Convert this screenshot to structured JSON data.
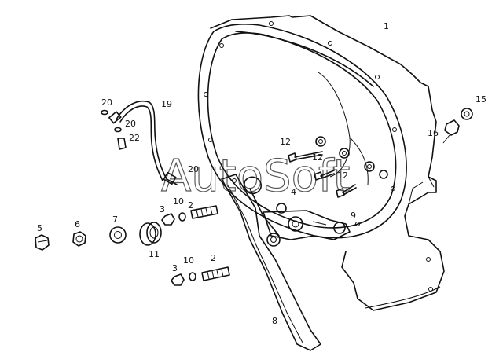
{
  "watermark": "AutoSoft",
  "callouts": {
    "housing": "1",
    "stud_a": "2",
    "stud_b": "2",
    "nut_a": "3",
    "nut_b": "3",
    "part_4": "4",
    "part_5": "5",
    "part_6": "6",
    "part_7": "7",
    "lever": "8",
    "part_9": "9",
    "washer_a": "10",
    "washer_b": "10",
    "bushing": "11",
    "bolt_a": "12",
    "bolt_b": "12",
    "bolt_c": "12",
    "fitting": "15",
    "plug": "16",
    "hose": "19",
    "ring_a": "20",
    "ring_b": "20",
    "ring_c": "20",
    "part_22": "22"
  }
}
